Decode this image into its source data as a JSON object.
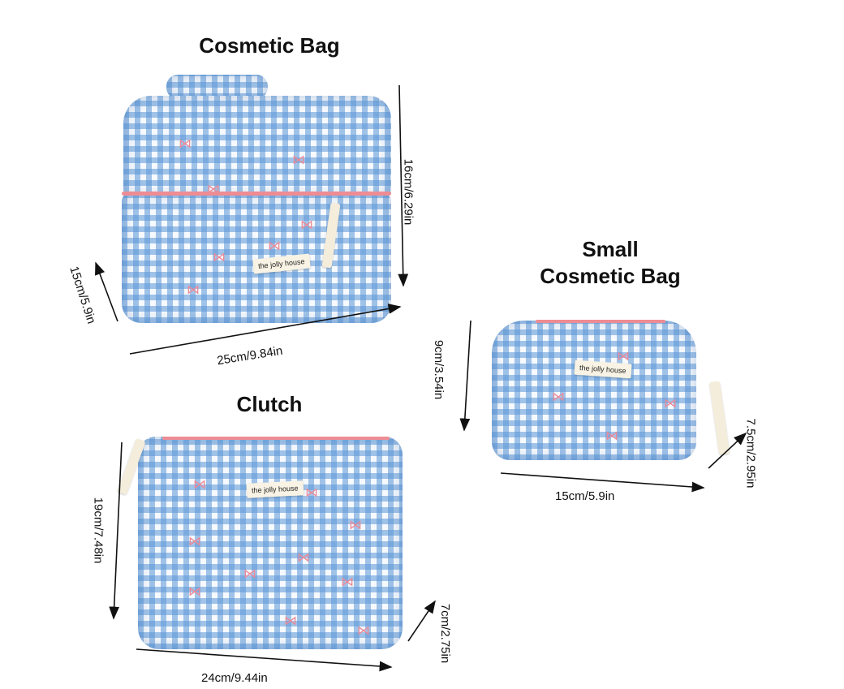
{
  "products": {
    "cosmetic_bag": {
      "title": "Cosmetic Bag",
      "label": "the jolly house",
      "height": "16cm/6.29in",
      "depth": "15cm/5.9in",
      "width": "25cm/9.84in"
    },
    "small_cosmetic_bag": {
      "title_line1": "Small",
      "title_line2": "Cosmetic Bag",
      "label": "the jolly house",
      "height": "9cm/3.54in",
      "width": "15cm/5.9in",
      "depth": "7.5cm/2.95in"
    },
    "clutch": {
      "title": "Clutch",
      "label": "the jolly house",
      "height": "19cm/7.48in",
      "width": "24cm/9.44in",
      "depth": "7cm/2.75in"
    }
  },
  "colors": {
    "gingham_blue": "#5a96d7",
    "zipper_pink": "#ee8c94",
    "bow_pink": "#eb8a98",
    "label_cream": "#f8f3e4"
  },
  "icons": {
    "bow": "⋈"
  }
}
